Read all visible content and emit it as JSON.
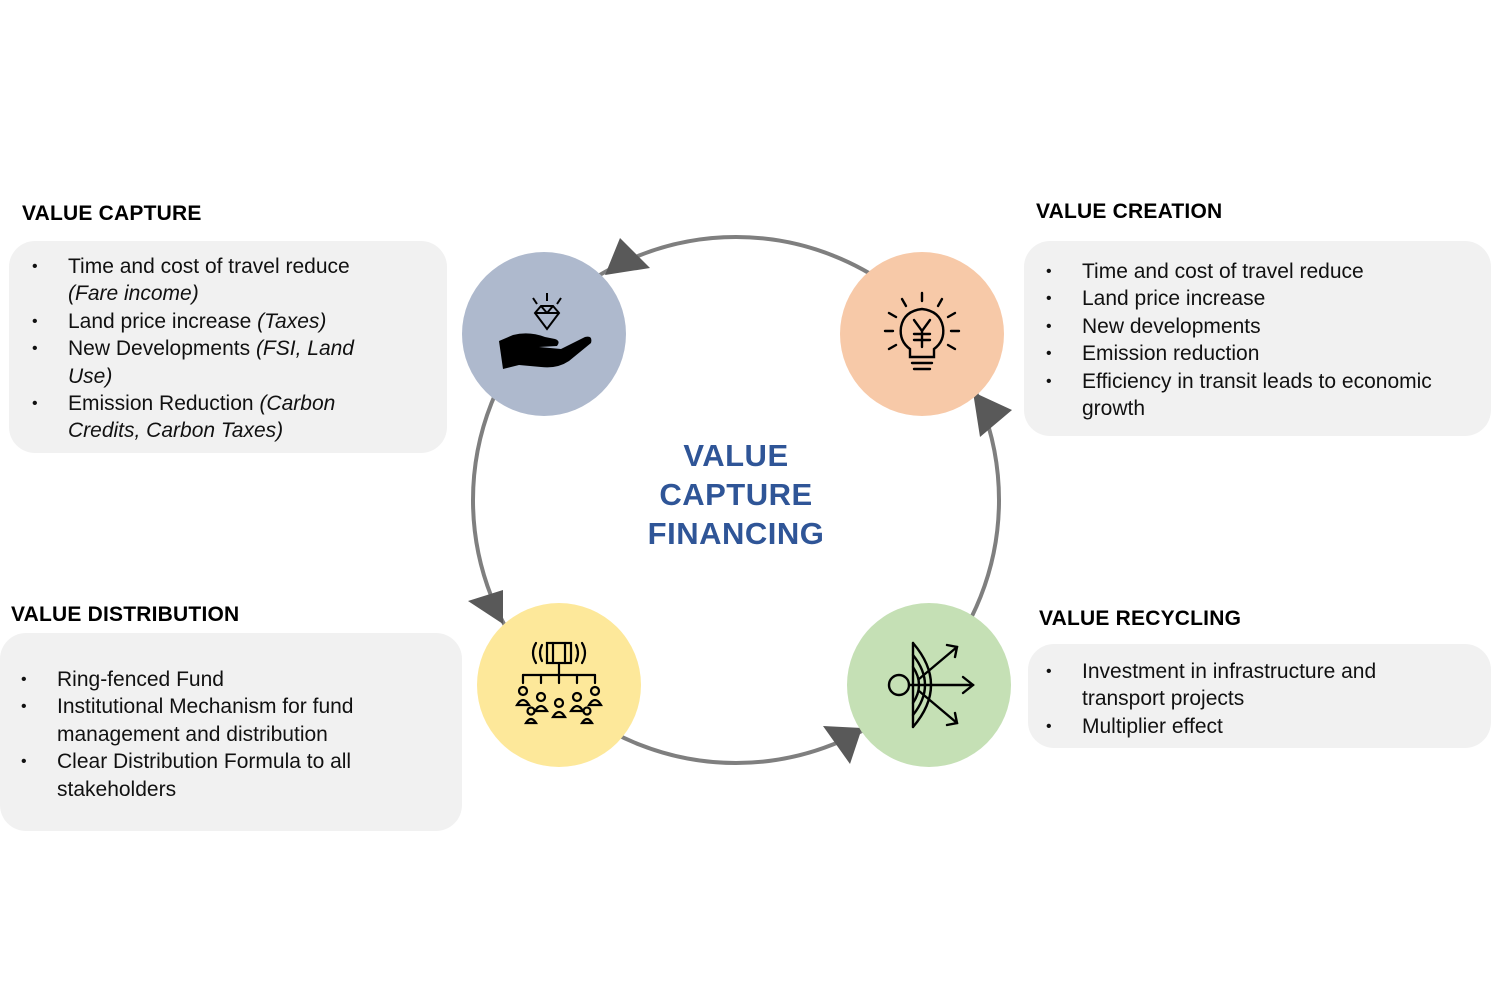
{
  "center": {
    "line1": "VALUE",
    "line2": "CAPTURE",
    "line3": "FINANCING"
  },
  "sections": {
    "capture": {
      "title": "VALUE CAPTURE",
      "items": [
        {
          "text": "Time and cost of travel reduce",
          "note": "(Fare income)"
        },
        {
          "text": "Land price increase",
          "note": "(Taxes)"
        },
        {
          "text": "New Developments",
          "note": "(FSI, Land Use)"
        },
        {
          "text": "Emission Reduction",
          "note": "(Carbon Credits, Carbon Taxes)"
        }
      ]
    },
    "creation": {
      "title": "VALUE CREATION",
      "items": [
        {
          "text": "Time and cost of travel reduce"
        },
        {
          "text": "Land price increase"
        },
        {
          "text": "New developments"
        },
        {
          "text": "Emission reduction"
        },
        {
          "text": "Efficiency in transit leads to economic growth"
        }
      ]
    },
    "distribution": {
      "title": "VALUE DISTRIBUTION",
      "items": [
        {
          "text": "Ring-fenced Fund"
        },
        {
          "text": "Institutional Mechanism for fund management and distribution"
        },
        {
          "text": "Clear Distribution Formula to all stakeholders"
        }
      ]
    },
    "recycling": {
      "title": "VALUE RECYCLING",
      "items": [
        {
          "text": "Investment in infrastructure and transport projects"
        },
        {
          "text": "Multiplier effect"
        }
      ]
    }
  },
  "bullet_char": "•",
  "icons": {
    "capture": "hand-diamond-icon",
    "creation": "lightbulb-yen-icon",
    "distribution": "fund-distribution-people-icon",
    "recycling": "radar-arrows-icon"
  },
  "colors": {
    "capture_node": "#aeb9cd",
    "creation_node": "#f7c9a8",
    "distribution_node": "#fde89a",
    "recycling_node": "#c5e0b5",
    "center_text": "#2f5597",
    "cycle_line": "#7f7f7f",
    "box_fill": "#f1f1f1"
  }
}
